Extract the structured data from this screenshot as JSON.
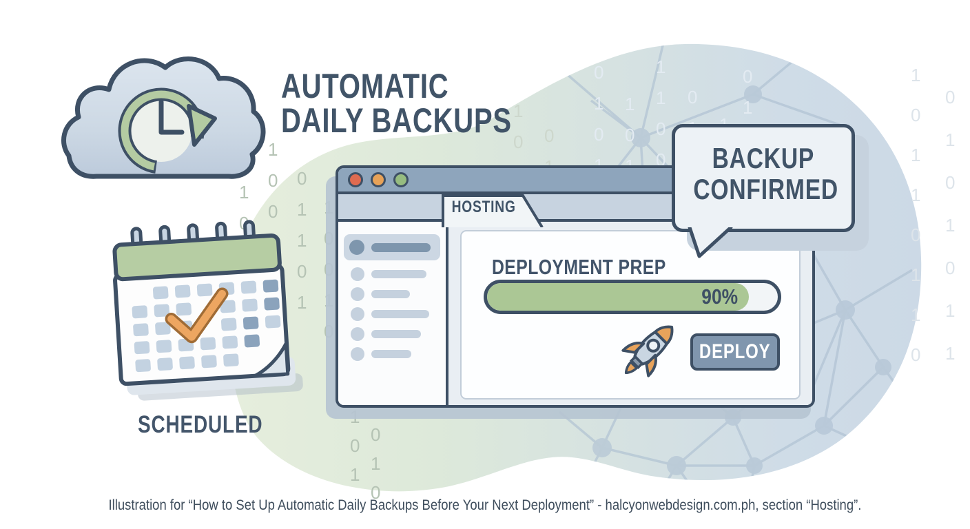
{
  "header": {
    "title_line1": "AUTOMATIC",
    "title_line2": "DAILY BACKUPS"
  },
  "calendar": {
    "label": "SCHEDULED"
  },
  "browser": {
    "tab": "HOSTING",
    "heading": "DEPLOYMENT PREP",
    "progress": {
      "percent": 90,
      "label": "90%"
    },
    "deploy_label": "DEPLOY"
  },
  "bubble": {
    "line1": "BACKUP",
    "line2": "CONFIRMED"
  },
  "caption": {
    "text": "Illustration for “How to Set Up Automatic Daily Backups Before Your Next Deployment” - halcyonwebdesign.com.ph, section “Hosting”."
  },
  "background": {
    "binary_columns": [
      "1011",
      "100100",
      "01101",
      "10010",
      "101",
      "010",
      "01011",
      "10100",
      "110010",
      "0101",
      "10",
      "011",
      "10110110",
      "0101011",
      "10",
      "01"
    ]
  },
  "colors": {
    "slate_outline": "#3e5065",
    "text": "#415468",
    "green_fill": "#abc795",
    "green_ring": "#b4cba2",
    "orange": "#e8a35b",
    "titlebar": "#8ea5bc",
    "tabrow": "#c7d3e0",
    "panel_bg": "#e9eef3",
    "button": "#8096ae",
    "dot_red": "#df6b51",
    "dot_orange": "#e7a258",
    "dot_green": "#96bc80"
  }
}
